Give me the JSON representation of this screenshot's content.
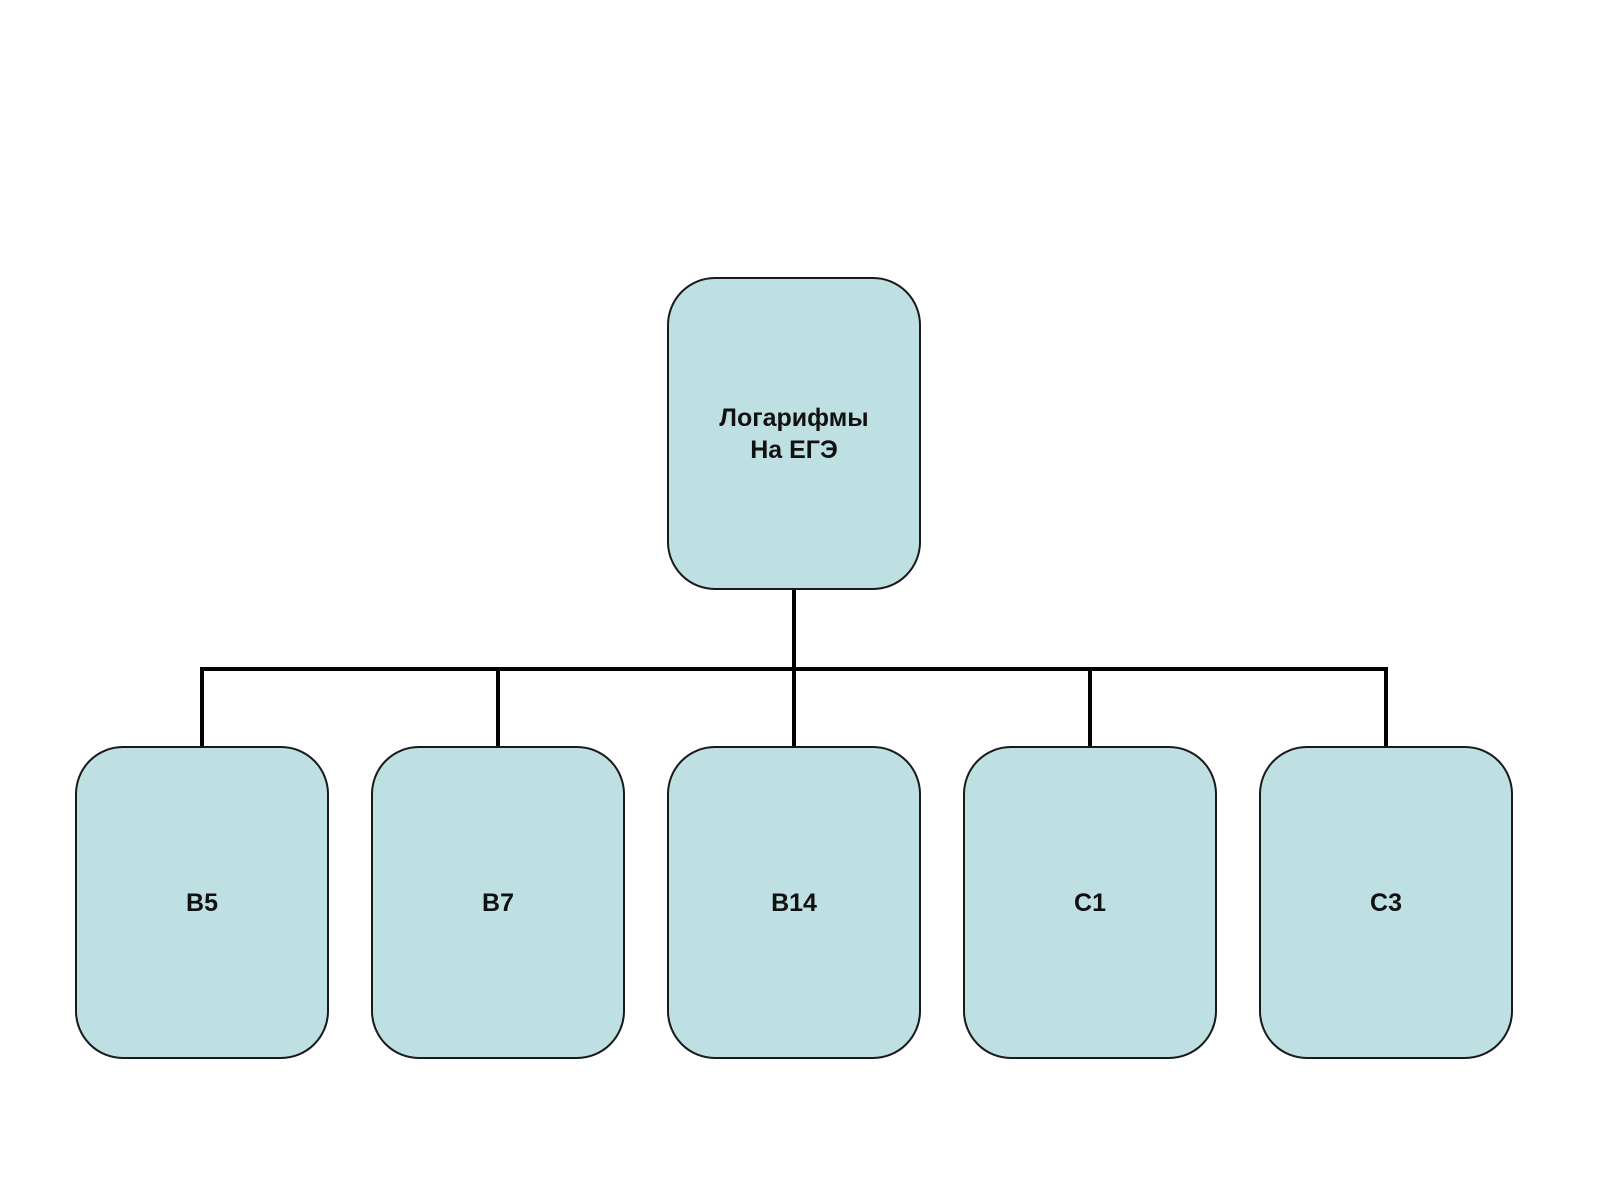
{
  "diagram": {
    "root": {
      "lines": [
        "Логарифмы",
        "На ЕГЭ"
      ]
    },
    "children": [
      {
        "label": "B5"
      },
      {
        "label": "B7"
      },
      {
        "label": "B14"
      },
      {
        "label": "C1"
      },
      {
        "label": "C3"
      }
    ],
    "colors": {
      "node_fill": "#bfe0e2",
      "node_border": "#1a1a1a",
      "connector": "#000000",
      "text": "#111111",
      "background": "#ffffff"
    }
  }
}
